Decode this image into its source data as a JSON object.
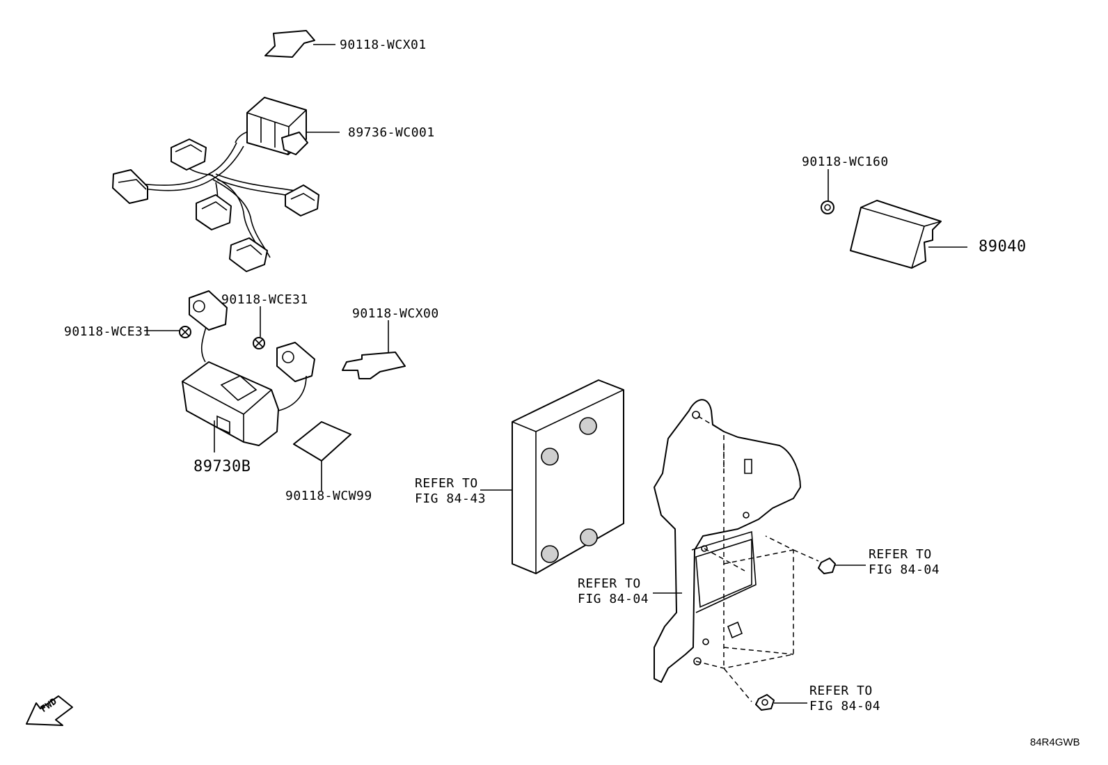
{
  "parts": {
    "wcx01": "90118-WCX01",
    "harness": "89736-WC001",
    "wc160": "90118-WC160",
    "relay": "89040",
    "wce31_right": "90118-WCE31",
    "wce31_left": "90118-WCE31",
    "wcx00": "90118-WCX00",
    "module": "89730B",
    "wcw99": "90118-WCW99"
  },
  "refs": {
    "ecu_line1": "REFER TO",
    "ecu_line2": "FIG 84-43",
    "bracket_line1": "REFER TO",
    "bracket_line2": "FIG 84-04",
    "bolt_upper_line1": "REFER TO",
    "bolt_upper_line2": "FIG 84-04",
    "bolt_lower_line1": "REFER TO",
    "bolt_lower_line2": "FIG 84-04"
  },
  "fwd_label": "FWD",
  "diagram_code": "84R4GWB",
  "icons": [
    "fwd-arrow-icon"
  ]
}
